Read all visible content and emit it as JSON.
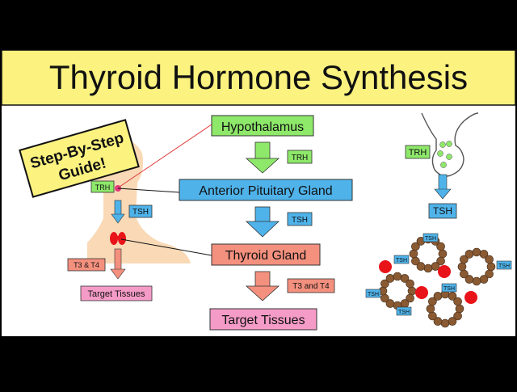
{
  "title": "Thyroid Hormone Synthesis",
  "badge": {
    "line1": "Step-By-Step",
    "line2": "Guide!"
  },
  "flow": {
    "hypothalamus": "Hypothalamus",
    "trh": "TRH",
    "pituitary": "Anterior Pituitary Gland",
    "tsh": "TSH",
    "thyroid": "Thyroid Gland",
    "t3t4": "T3 and T4",
    "target": "Target Tissues"
  },
  "body_figure": {
    "trh": "TRH",
    "tsh": "TSH",
    "t3t4": "T3 & T4",
    "target": "Target Tissues"
  },
  "pituitary_detail": {
    "trh": "TRH",
    "tsh": "TSH"
  },
  "follicles": {
    "tsh_labels": [
      "TSH",
      "TSH",
      "TSH",
      "TSH",
      "TSH",
      "TSH"
    ]
  },
  "colors": {
    "title_bg": "#fbf27f",
    "green": "#8ee86a",
    "blue": "#4fb3ea",
    "salmon": "#f4907e",
    "pink": "#f59bc7",
    "skin": "#f9d9b6",
    "follicle": "#8a5a33",
    "red": "#e8141a"
  }
}
